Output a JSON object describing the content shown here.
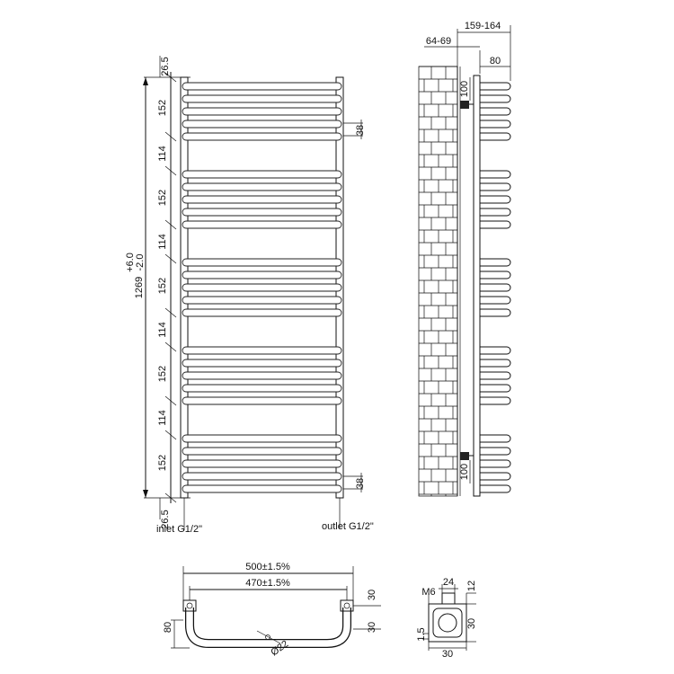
{
  "front_view": {
    "dim_top_margin": "26.5",
    "dim_bottom_margin": "26.5",
    "dim_group_labels": [
      "152",
      "114",
      "152",
      "114",
      "152",
      "114",
      "152",
      "114",
      "152"
    ],
    "dim_total": "1269",
    "dim_total_tol_upper": "+6.0",
    "dim_total_tol_lower": "-2.0",
    "dim_connector_top": "38",
    "dim_connector_bottom": "38",
    "inlet_label": "inlet G1/2\"",
    "outlet_label": "outlet G1/2\""
  },
  "side_view": {
    "dim_overall_depth": "159-164",
    "dim_wall_offset": "64-69",
    "dim_bar_depth": "80",
    "dim_bracket_top": "100",
    "dim_bracket_bottom": "100"
  },
  "top_view": {
    "dim_outer_width": "500±1.5%",
    "dim_inner_width": "470±1.5%",
    "dim_connector_height": "30",
    "dim_connector_offset": "30",
    "dim_depth": "80",
    "dim_tube_diameter": "Ø22"
  },
  "bracket_view": {
    "dim_screw": "M6",
    "dim_width_top": "24",
    "dim_height_top": "12",
    "dim_left": "1.5",
    "dim_side": "30",
    "dim_bottom": "30"
  }
}
